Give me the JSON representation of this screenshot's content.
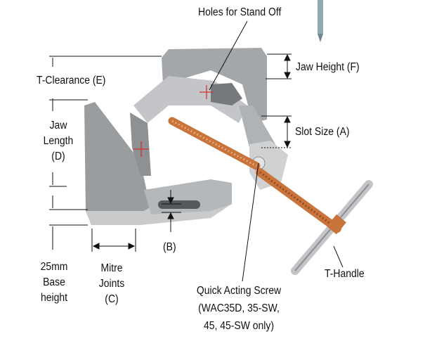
{
  "labels": {
    "holes": "Holes for Stand Off",
    "t_clearance": "T-Clearance (E)",
    "jaw_height": "Jaw Height (F)",
    "jaw_length": [
      "Jaw",
      "Length",
      "(D)"
    ],
    "slot_size": "Slot Size (A)",
    "b": "(B)",
    "base_height": [
      "25mm",
      "Base",
      "height"
    ],
    "mitre": [
      "Mitre",
      "Joints",
      "(C)"
    ],
    "screw": [
      "Quick Acting Screw",
      "(WAC35D, 35-SW,",
      "45, 45-SW only)"
    ],
    "t_handle": "T-Handle"
  },
  "colors": {
    "metal": "#b9bcbf",
    "metal_dark": "#7d8083",
    "copper": "#c9743a",
    "line": "#111111",
    "mark": "#d0342c"
  }
}
